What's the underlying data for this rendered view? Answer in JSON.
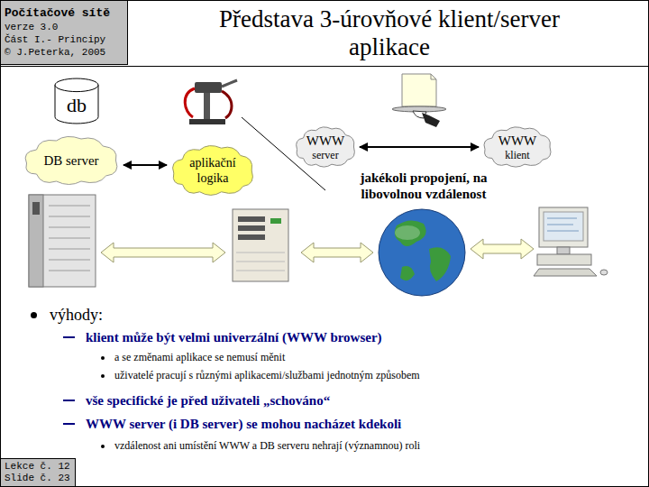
{
  "diagram": {
    "title": "Představa 3-úrovňové klient/server aplikace",
    "nodes": [
      {
        "text": [
          "Počítačové sítě",
          "verze 3.0",
          "Část I.- Principy",
          "© J.Peterka, 2005"
        ]
      },
      {
        "text": [
          "db"
        ]
      },
      {
        "text": [
          "DB server"
        ]
      },
      {
        "text": [
          "aplikační logika"
        ]
      },
      {
        "text": [
          "WWW",
          "server"
        ]
      },
      {
        "text": [
          "WWW",
          "klient"
        ]
      },
      {
        "text": [
          "Lekce č. 12",
          "Slide č. 23"
        ]
      }
    ],
    "edges": [
      {
        "from": 2,
        "to": 3,
        "arrow": "both"
      },
      {
        "from": 4,
        "to": 5,
        "arrow": "both"
      }
    ],
    "labels": [
      "jakékoli propojení, na libovolnou vzdálenost",
      "výhody:",
      "klient může být velmi univerzální (WWW browser)",
      "a se změnami aplikace se nemusí měnit",
      "uživatelé pracují s různými aplikacemi/službami jednotným způsobem",
      "vše specifické je před uživateli „schováno“",
      "WWW server (i DB server) se mohou nacházet kdekoli",
      "vzdálenost ani umístění WWW a DB serveru nehrají (významnou) roli"
    ]
  }
}
